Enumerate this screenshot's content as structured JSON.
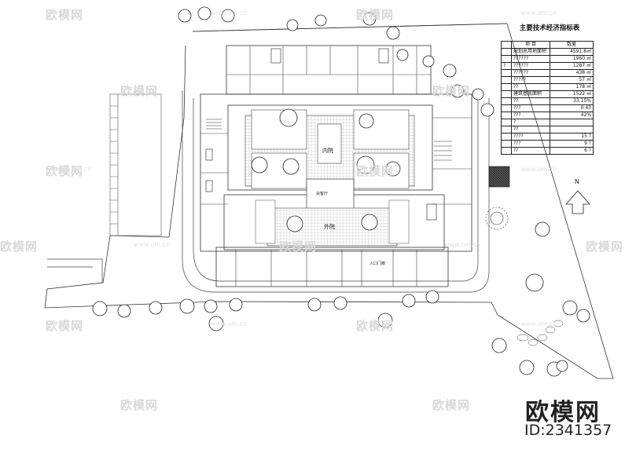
{
  "table": {
    "title": "主要技术经济指标表",
    "header": [
      "",
      "项 目",
      "数量"
    ],
    "rows": [
      [
        "",
        "规划总用地面积",
        "4591.8㎡"
      ],
      [
        "",
        "??????",
        "1960 ㎡"
      ],
      [
        "?",
        "??????",
        "1287 ㎡"
      ],
      [
        "",
        "??????",
        "438 ㎡"
      ],
      [
        "",
        "?????",
        "57 ㎡"
      ],
      [
        "",
        "??",
        "178 ㎡"
      ],
      [
        "",
        "建筑基底面积",
        "1522 ㎡"
      ],
      [
        "",
        "??",
        "33.15%"
      ],
      [
        "",
        "???",
        "0.43"
      ],
      [
        "",
        "???",
        "42%"
      ],
      [
        "",
        "?",
        ""
      ],
      [
        "",
        "??",
        ""
      ],
      [
        "",
        "????",
        "15 ?"
      ],
      [
        "",
        "???",
        "9 ?"
      ],
      [
        "",
        "??",
        "6 ?"
      ]
    ]
  },
  "plan_labels": {
    "inner_court": "内院",
    "outer_court": "外院",
    "hall": "会客厅",
    "main_gate": "入口门廊",
    "north": "N"
  },
  "watermark": {
    "text": "欧模网",
    "url": "www.om.cn"
  },
  "brand": {
    "name": "欧模网",
    "id": "ID:2341357"
  }
}
